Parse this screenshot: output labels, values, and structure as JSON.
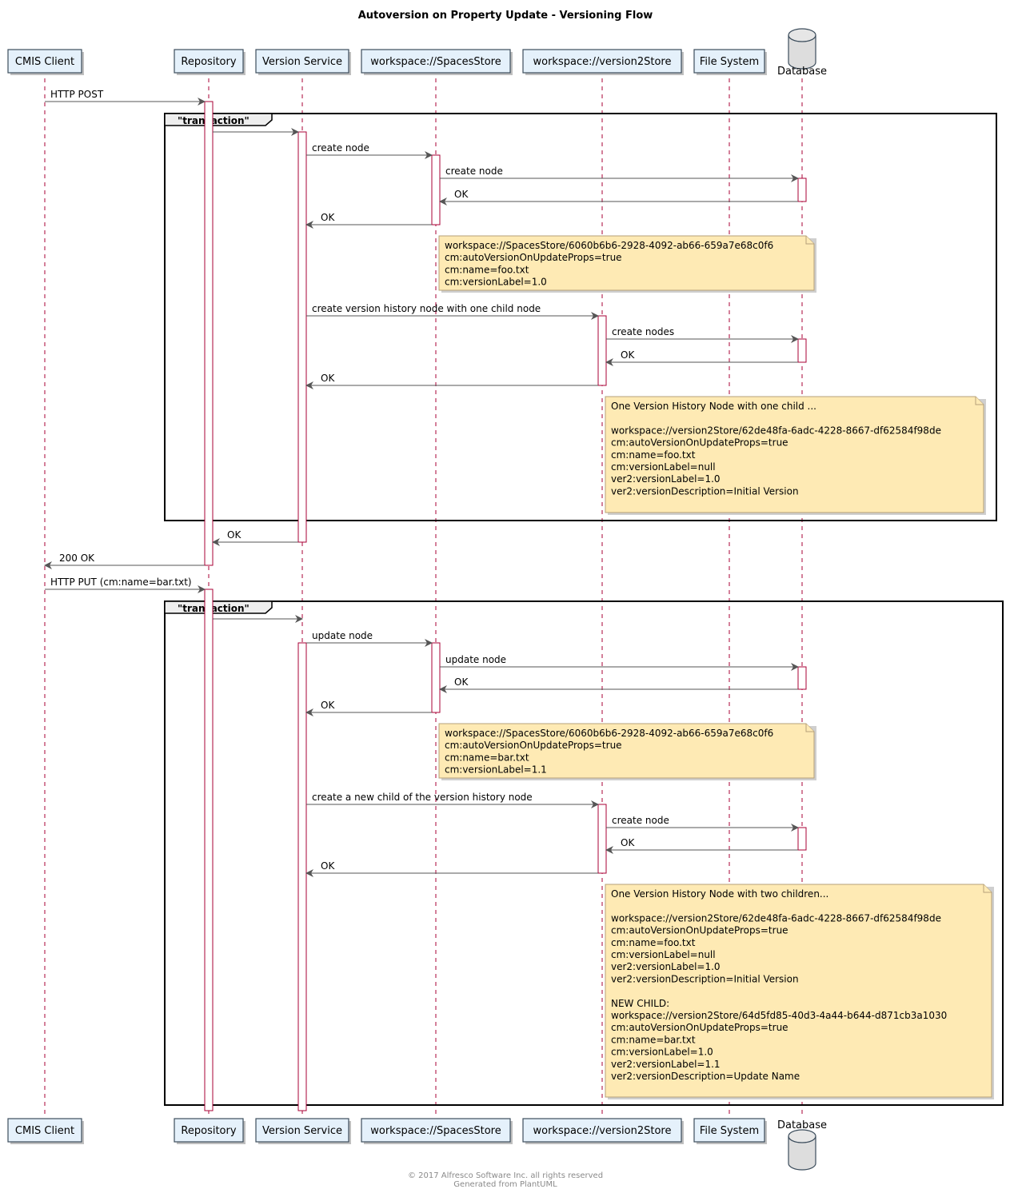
{
  "title": "Autoversion on Property Update - Versioning Flow",
  "participants": [
    {
      "id": "client",
      "label": "CMIS Client"
    },
    {
      "id": "repo",
      "label": "Repository"
    },
    {
      "id": "vs",
      "label": "Version Service"
    },
    {
      "id": "ss",
      "label": "workspace://SpacesStore"
    },
    {
      "id": "v2",
      "label": "workspace://version2Store"
    },
    {
      "id": "fs",
      "label": "File System"
    },
    {
      "id": "db",
      "label": "Database"
    }
  ],
  "groups": [
    {
      "label": "\"transaction\""
    },
    {
      "label": "\"transaction\""
    }
  ],
  "messages": [
    {
      "from": "client",
      "to": "repo",
      "label": "HTTP POST"
    },
    {
      "from": "repo",
      "to": "vs",
      "label": ""
    },
    {
      "from": "vs",
      "to": "ss",
      "label": "create node"
    },
    {
      "from": "ss",
      "to": "db",
      "label": "create node"
    },
    {
      "from": "db",
      "to": "ss",
      "label": "OK"
    },
    {
      "from": "ss",
      "to": "vs",
      "label": "OK"
    },
    {
      "from": "vs",
      "to": "v2",
      "label": "create version history node with one child node"
    },
    {
      "from": "v2",
      "to": "db",
      "label": "create nodes"
    },
    {
      "from": "db",
      "to": "v2",
      "label": "OK"
    },
    {
      "from": "v2",
      "to": "vs",
      "label": "OK"
    },
    {
      "from": "vs",
      "to": "repo",
      "label": "OK"
    },
    {
      "from": "repo",
      "to": "client",
      "label": "200 OK"
    },
    {
      "from": "client",
      "to": "repo",
      "label": "HTTP PUT (cm:name=bar.txt)"
    },
    {
      "from": "repo",
      "to": "vs",
      "label": ""
    },
    {
      "from": "vs",
      "to": "ss",
      "label": "update node"
    },
    {
      "from": "ss",
      "to": "db",
      "label": "update node"
    },
    {
      "from": "db",
      "to": "ss",
      "label": "OK"
    },
    {
      "from": "ss",
      "to": "vs",
      "label": "OK"
    },
    {
      "from": "vs",
      "to": "v2",
      "label": "create a new child of the version history node"
    },
    {
      "from": "v2",
      "to": "db",
      "label": "create node"
    },
    {
      "from": "db",
      "to": "v2",
      "label": "OK"
    },
    {
      "from": "v2",
      "to": "vs",
      "label": "OK"
    }
  ],
  "notes": [
    {
      "lines": [
        "workspace://SpacesStore/6060b6b6-2928-4092-ab66-659a7e68c0f6",
        "cm:autoVersionOnUpdateProps=true",
        "cm:name=foo.txt",
        "cm:versionLabel=1.0"
      ]
    },
    {
      "lines": [
        "One Version History Node with one child ...",
        "",
        "workspace://version2Store/62de48fa-6adc-4228-8667-df62584f98de",
        "cm:autoVersionOnUpdateProps=true",
        "cm:name=foo.txt",
        "cm:versionLabel=null",
        "ver2:versionLabel=1.0",
        "ver2:versionDescription=Initial Version"
      ]
    },
    {
      "lines": [
        "workspace://SpacesStore/6060b6b6-2928-4092-ab66-659a7e68c0f6",
        "cm:autoVersionOnUpdateProps=true",
        "cm:name=bar.txt",
        "cm:versionLabel=1.1"
      ]
    },
    {
      "lines": [
        "One Version History Node with two children...",
        "",
        "workspace://version2Store/62de48fa-6adc-4228-8667-df62584f98de",
        "cm:autoVersionOnUpdateProps=true",
        "cm:name=foo.txt",
        "cm:versionLabel=null",
        "ver2:versionLabel=1.0",
        "ver2:versionDescription=Initial Version",
        "",
        "NEW CHILD:",
        "workspace://version2Store/64d5fd85-40d3-4a44-b644-d871cb3a1030",
        "cm:autoVersionOnUpdateProps=true",
        "cm:name=bar.txt",
        "cm:versionLabel=1.0",
        "ver2:versionLabel=1.1",
        "ver2:versionDescription=Update Name"
      ]
    }
  ],
  "footer": {
    "line1": "© 2017 Alfresco Software Inc. all rights reserved",
    "line2": "Generated from PlantUML"
  }
}
